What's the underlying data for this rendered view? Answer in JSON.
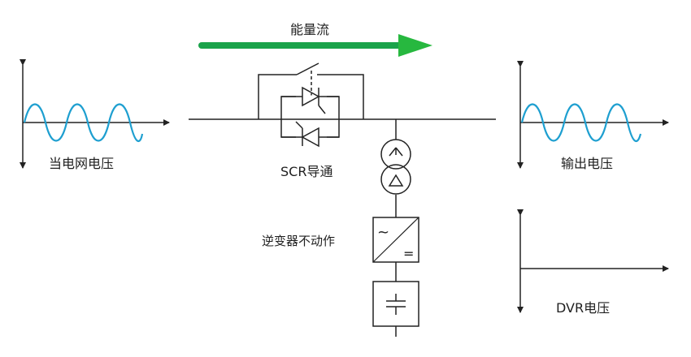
{
  "labels": {
    "energy_flow": "能量流",
    "grid_voltage": "当电网电压",
    "output_voltage": "输出电压",
    "scr_state": "SCR导通",
    "inverter_state": "逆变器不动作",
    "dvr_voltage": "DVR电压"
  },
  "colors": {
    "arrow": "#1aa34a",
    "arrow_head": "#27b83f",
    "wave": "#1e9fd0",
    "line": "#222222",
    "text": "#1f1f1f"
  },
  "icons": {
    "transformer_wye": "wye",
    "transformer_delta": "delta",
    "inverter_ac": "~",
    "inverter_dc": "=",
    "capacitor": "capacitor"
  }
}
